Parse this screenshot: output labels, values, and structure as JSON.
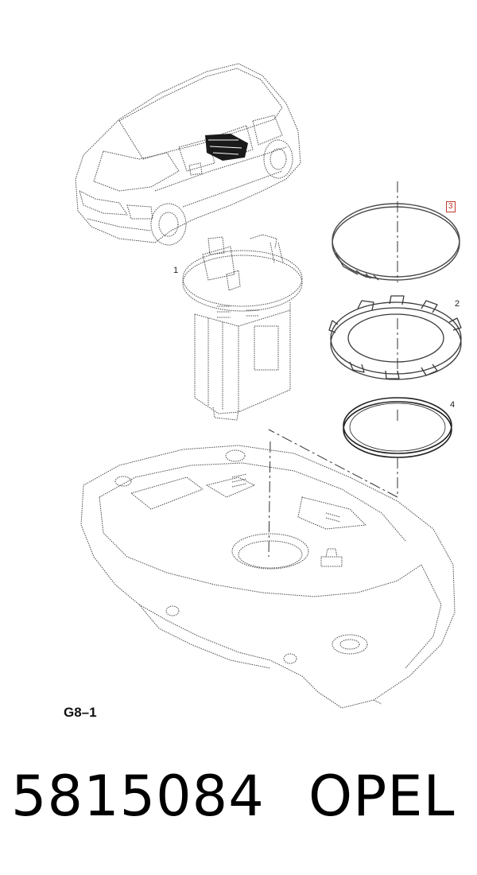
{
  "callouts": {
    "pump": "1",
    "lock_ring": "2",
    "clamp": "3",
    "seal": "4"
  },
  "colors": {
    "line": "#4a4a4a",
    "highlight": "#c0392b"
  },
  "diagram_code": "G8–1",
  "part_number": "5815084",
  "brand": "OPEL"
}
